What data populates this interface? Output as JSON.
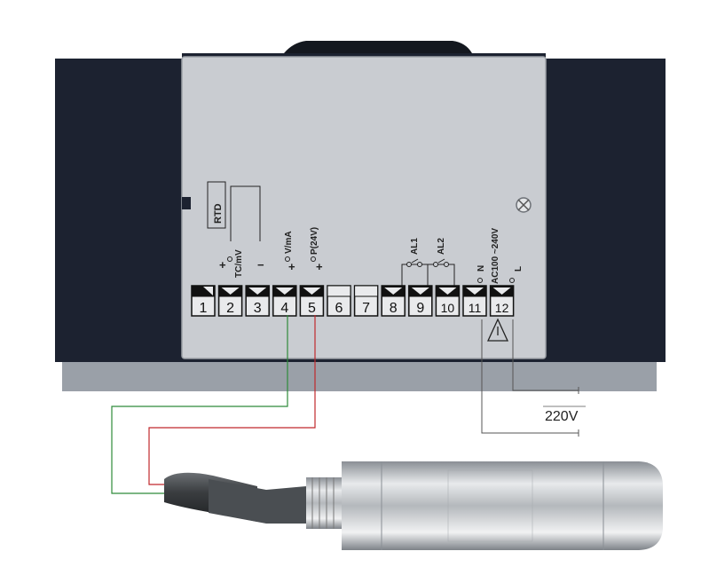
{
  "rtd_label": "RTD",
  "input_labels": {
    "tc_mv": "TC/mV",
    "tc_plus": "+",
    "tc_minus": "−",
    "v_ma": "V/mA",
    "v_ma_plus": "+",
    "p24": "P(24V)",
    "p24_plus": "+"
  },
  "alarm_labels": {
    "al1": "AL1",
    "al2": "AL2"
  },
  "power_labels": {
    "n": "N",
    "ac": "AC100 ~240V",
    "l": "L"
  },
  "supply_voltage": "220V",
  "terminals": [
    "1",
    "2",
    "3",
    "4",
    "5",
    "6",
    "7",
    "8",
    "9",
    "10",
    "11",
    "12"
  ],
  "colors": {
    "housing": "#1c2230",
    "panel": "#c9ccd1",
    "wire_green": "#2e8b3a",
    "wire_red": "#c0282c",
    "wire_black": "#333333"
  }
}
